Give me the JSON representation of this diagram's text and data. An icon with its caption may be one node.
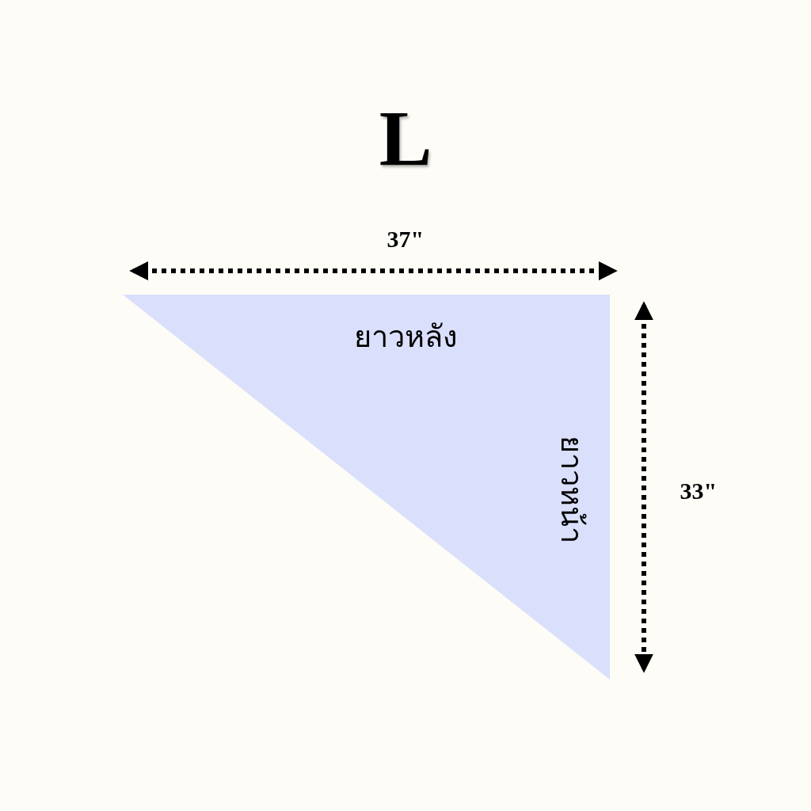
{
  "diagram": {
    "title": "L",
    "nodes": [
      {
        "text": [
          "ยาวหลัง",
          "ยาวหน้า"
        ]
      }
    ],
    "edges": [],
    "labels": [
      "37\"",
      "33\""
    ]
  }
}
